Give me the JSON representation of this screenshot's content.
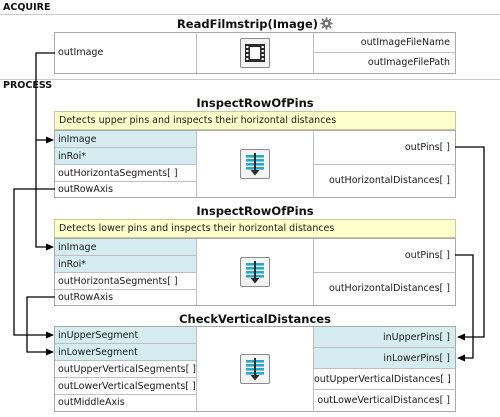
{
  "sections": {
    "acquire": "ACQUIRE",
    "process": "PROCESS"
  },
  "blocks": {
    "read": {
      "title": "ReadFilmstrip(Image)",
      "icon": "filmstrip-icon",
      "inputs": [],
      "left_outputs": [
        "outImage"
      ],
      "outputs": [
        "outImageFileName",
        "outImageFilePath"
      ]
    },
    "upper": {
      "title": "InspectRowOfPins",
      "description": "Detects upper pins and inspects their horizontal distances",
      "icon": "inspect-icon",
      "inputs": [
        "inImage",
        "inRoi*",
        "outHorizontaSegments[ ]",
        "outRowAxis"
      ],
      "outputs": [
        "outPins[ ]",
        "outHorizontalDistances[ ]"
      ]
    },
    "lower": {
      "title": "InspectRowOfPins",
      "description": "Detects lower pins and inspects their horizontal distances",
      "icon": "inspect-icon",
      "inputs": [
        "inImage",
        "inRoi*",
        "outHorizontaSegments[ ]",
        "outRowAxis"
      ],
      "outputs": [
        "outPins[ ]",
        "outHorizontalDistances[ ]"
      ]
    },
    "check": {
      "title": "CheckVerticalDistances",
      "icon": "inspect-icon",
      "inputs": [
        "inUpperSegment",
        "inLowerSegment",
        "outUpperVerticalSegments[ ]",
        "outLowerVerticalSegments[ ]",
        "outMiddleAxis"
      ],
      "outputs": [
        "inUpperPins[ ]",
        "inLowerPins[ ]",
        "outUpperVerticalDistances[ ]",
        "outLoweVerticalDistances[ ]"
      ]
    }
  },
  "colors": {
    "connected_port": "#d5edf0",
    "description_bg": "#ffffcc",
    "wire": "#000000",
    "icon_accent": "#2aa7c9"
  }
}
